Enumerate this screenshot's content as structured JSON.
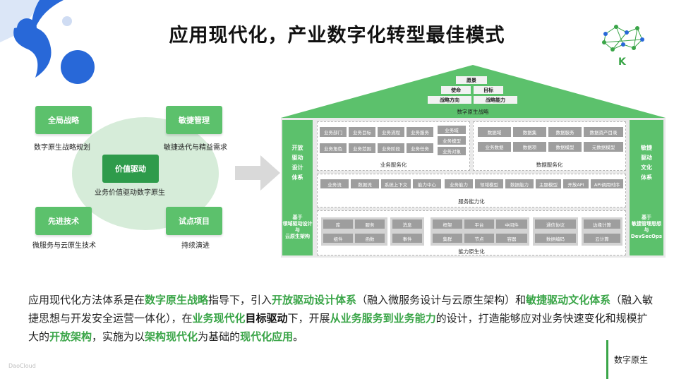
{
  "title": "应用现代化，产业数字化转型最佳模式",
  "left_diagram": {
    "center": {
      "label": "价值驱动",
      "caption": "业务价值驱动数字原生"
    },
    "top_left": {
      "label": "全局战略",
      "caption": "数字原生战略规划"
    },
    "top_right": {
      "label": "敏捷管理",
      "caption": "敏捷迭代与精益需求"
    },
    "bottom_left": {
      "label": "先进技术",
      "caption": "微服务与云原生技术"
    },
    "bottom_right": {
      "label": "试点项目",
      "caption": "持续演进"
    }
  },
  "house": {
    "roof": {
      "vision": "愿景",
      "mission": "使命",
      "goal": "目标",
      "strategy_direction": "战略方向",
      "strategy_capability": "战略能力",
      "label": "数字原生战略"
    },
    "left_pillar": {
      "text": [
        "开放",
        "驱动",
        "设计",
        "体系"
      ],
      "foot": [
        "基于",
        "领域驱动设计",
        "与",
        "云原生架构"
      ]
    },
    "right_pillar": {
      "text": [
        "敏捷",
        "驱动",
        "文化",
        "体系"
      ],
      "foot": [
        "基于",
        "敏捷管理思想",
        "与",
        "DevSecOps"
      ]
    },
    "business_service": {
      "row1": [
        "业务部门",
        "业务目标",
        "业务流程",
        "业务服务"
      ],
      "row2": [
        "业务角色",
        "业务范围",
        "业务阶段",
        "业务任务"
      ],
      "stack": [
        "业务域",
        "业务模型",
        "业务对象"
      ],
      "label": "业务服务化"
    },
    "data_service": {
      "row1": [
        "数据域",
        "数据集",
        "数据服务",
        "数据资产目录"
      ],
      "row2": [
        "业务数据",
        "数据项",
        "数据模型",
        "元数据模型"
      ],
      "label": "数据服务化"
    },
    "capability_service": {
      "chips": [
        "业务流",
        "数据流",
        "系统上下文",
        "能力中心",
        "业务能力",
        "领域模型",
        "数据能力",
        "主题模型",
        "开放API",
        "API调用时序"
      ],
      "label": "服务能力化"
    },
    "native_capability": {
      "groups": [
        [
          "库",
          "服务",
          "组件",
          "函数"
        ],
        [
          "消息",
          "事件"
        ],
        [
          "框架",
          "平台",
          "中间件",
          "集群",
          "节点",
          "容器"
        ],
        [
          "通信协议",
          "数据编码"
        ],
        [
          "边缘计算",
          "云计算"
        ]
      ],
      "label": "能力原生化"
    }
  },
  "paragraph": {
    "s1": "应用现代化方法体系是在",
    "h1": "数字原生战略",
    "s2": "指导下，引入",
    "h2": "开放驱动设计体系",
    "s3": "（融入微服务设计与云原生架构）和",
    "h3": "敏捷驱动文化体系",
    "s4": "（融入敏捷思想与开发安全运营一体化），在",
    "h4": "业务现代化",
    "h5": "目标驱动",
    "s5": "下，开展",
    "h6": "从业务服务到业务能力",
    "s6": "的设计，打造能够应对业务快速变化和规模扩大的",
    "h7": "开放架构",
    "s7": "，实施为以",
    "h8": "架构现代化",
    "s8": "为基础的",
    "h9": "现代化应用",
    "s9": "。"
  },
  "footer": {
    "label": "数字原生",
    "brand": "DaoCloud"
  },
  "colors": {
    "green": "#5cc16c",
    "dark_green": "#2e9b4b",
    "light_green": "#d6ecd9",
    "blue": "#2868d8"
  }
}
